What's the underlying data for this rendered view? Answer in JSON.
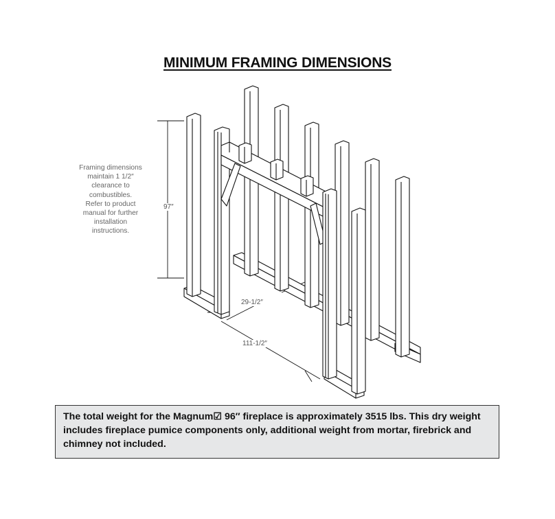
{
  "title": "MINIMUM FRAMING DIMENSIONS",
  "note": "Framing dimensions\nmaintain 1 1/2″\nclearance to\ncombustibles.\nRefer to  product\nmanual for further\ninstallation\ninstructions.",
  "dimensions": {
    "height": "97″",
    "depth": "29-1/2″",
    "width": "111-1/2″"
  },
  "weight_note": "The total weight for the Magnum☑ 96″ fireplace is approximately 3515 lbs. This dry weight includes fireplace pumice components only, additional weight from mortar, firebrick and chimney not included."
}
